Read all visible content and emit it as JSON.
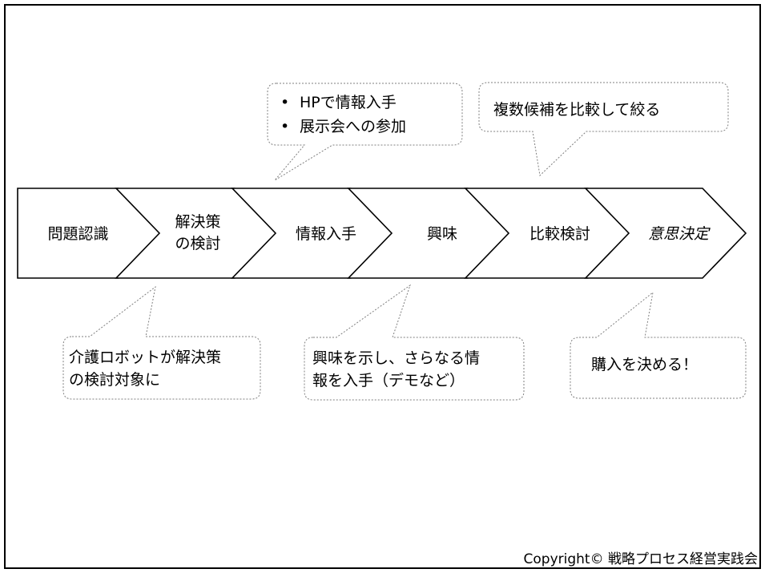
{
  "steps": [
    {
      "label": "問題認識"
    },
    {
      "label_line1": "解決策",
      "label_line2": "の検討"
    },
    {
      "label": "情報入手"
    },
    {
      "label": "興味"
    },
    {
      "label": "比較検討"
    },
    {
      "label": "意思決定"
    }
  ],
  "callouts_top": {
    "info": {
      "bullets": [
        "HPで情報入手",
        "展示会への参加"
      ]
    },
    "compare": {
      "text": "複数候補を比較して絞る"
    }
  },
  "callouts_bottom": {
    "solution": {
      "line1": "介護ロボットが解決策",
      "line2": "の検討対象に"
    },
    "interest": {
      "line1": "興味を示し、さらなる情",
      "line2": "報を入手（デモなど）"
    },
    "decision": {
      "text": "購入を決める！"
    }
  },
  "footer": {
    "copyright": "Copyright© 戦略プロセス経営実践会"
  }
}
